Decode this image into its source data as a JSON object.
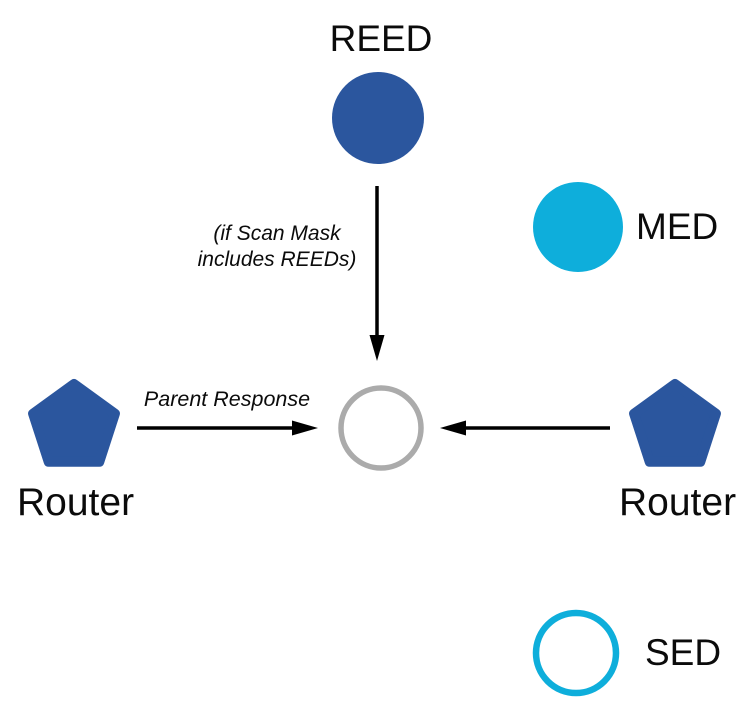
{
  "colors": {
    "node_blue": "#2B569E",
    "node_cyan": "#0EAEDB",
    "outline_gray": "#ABABAB",
    "ink": "#0B0B0B",
    "arrow": "#000000",
    "background": "#FFFFFF"
  },
  "nodes": {
    "reed": {
      "label": "REED",
      "shape": "filled-circle",
      "color": "#2B569E"
    },
    "med": {
      "label": "MED",
      "shape": "filled-circle",
      "color": "#0EAEDB"
    },
    "center": {
      "label": "",
      "shape": "outlined-circle",
      "color": "#ABABAB"
    },
    "router_left": {
      "label": "Router",
      "shape": "pentagon",
      "color": "#2B569E"
    },
    "router_right": {
      "label": "Router",
      "shape": "pentagon",
      "color": "#2B569E"
    },
    "sed": {
      "label": "SED",
      "shape": "outlined-circle",
      "color": "#0EAEDB"
    }
  },
  "annotations": {
    "scan_mask_condition": {
      "line1": "(if Scan Mask",
      "line2": "includes REEDs)"
    },
    "parent_response": "Parent Response"
  }
}
